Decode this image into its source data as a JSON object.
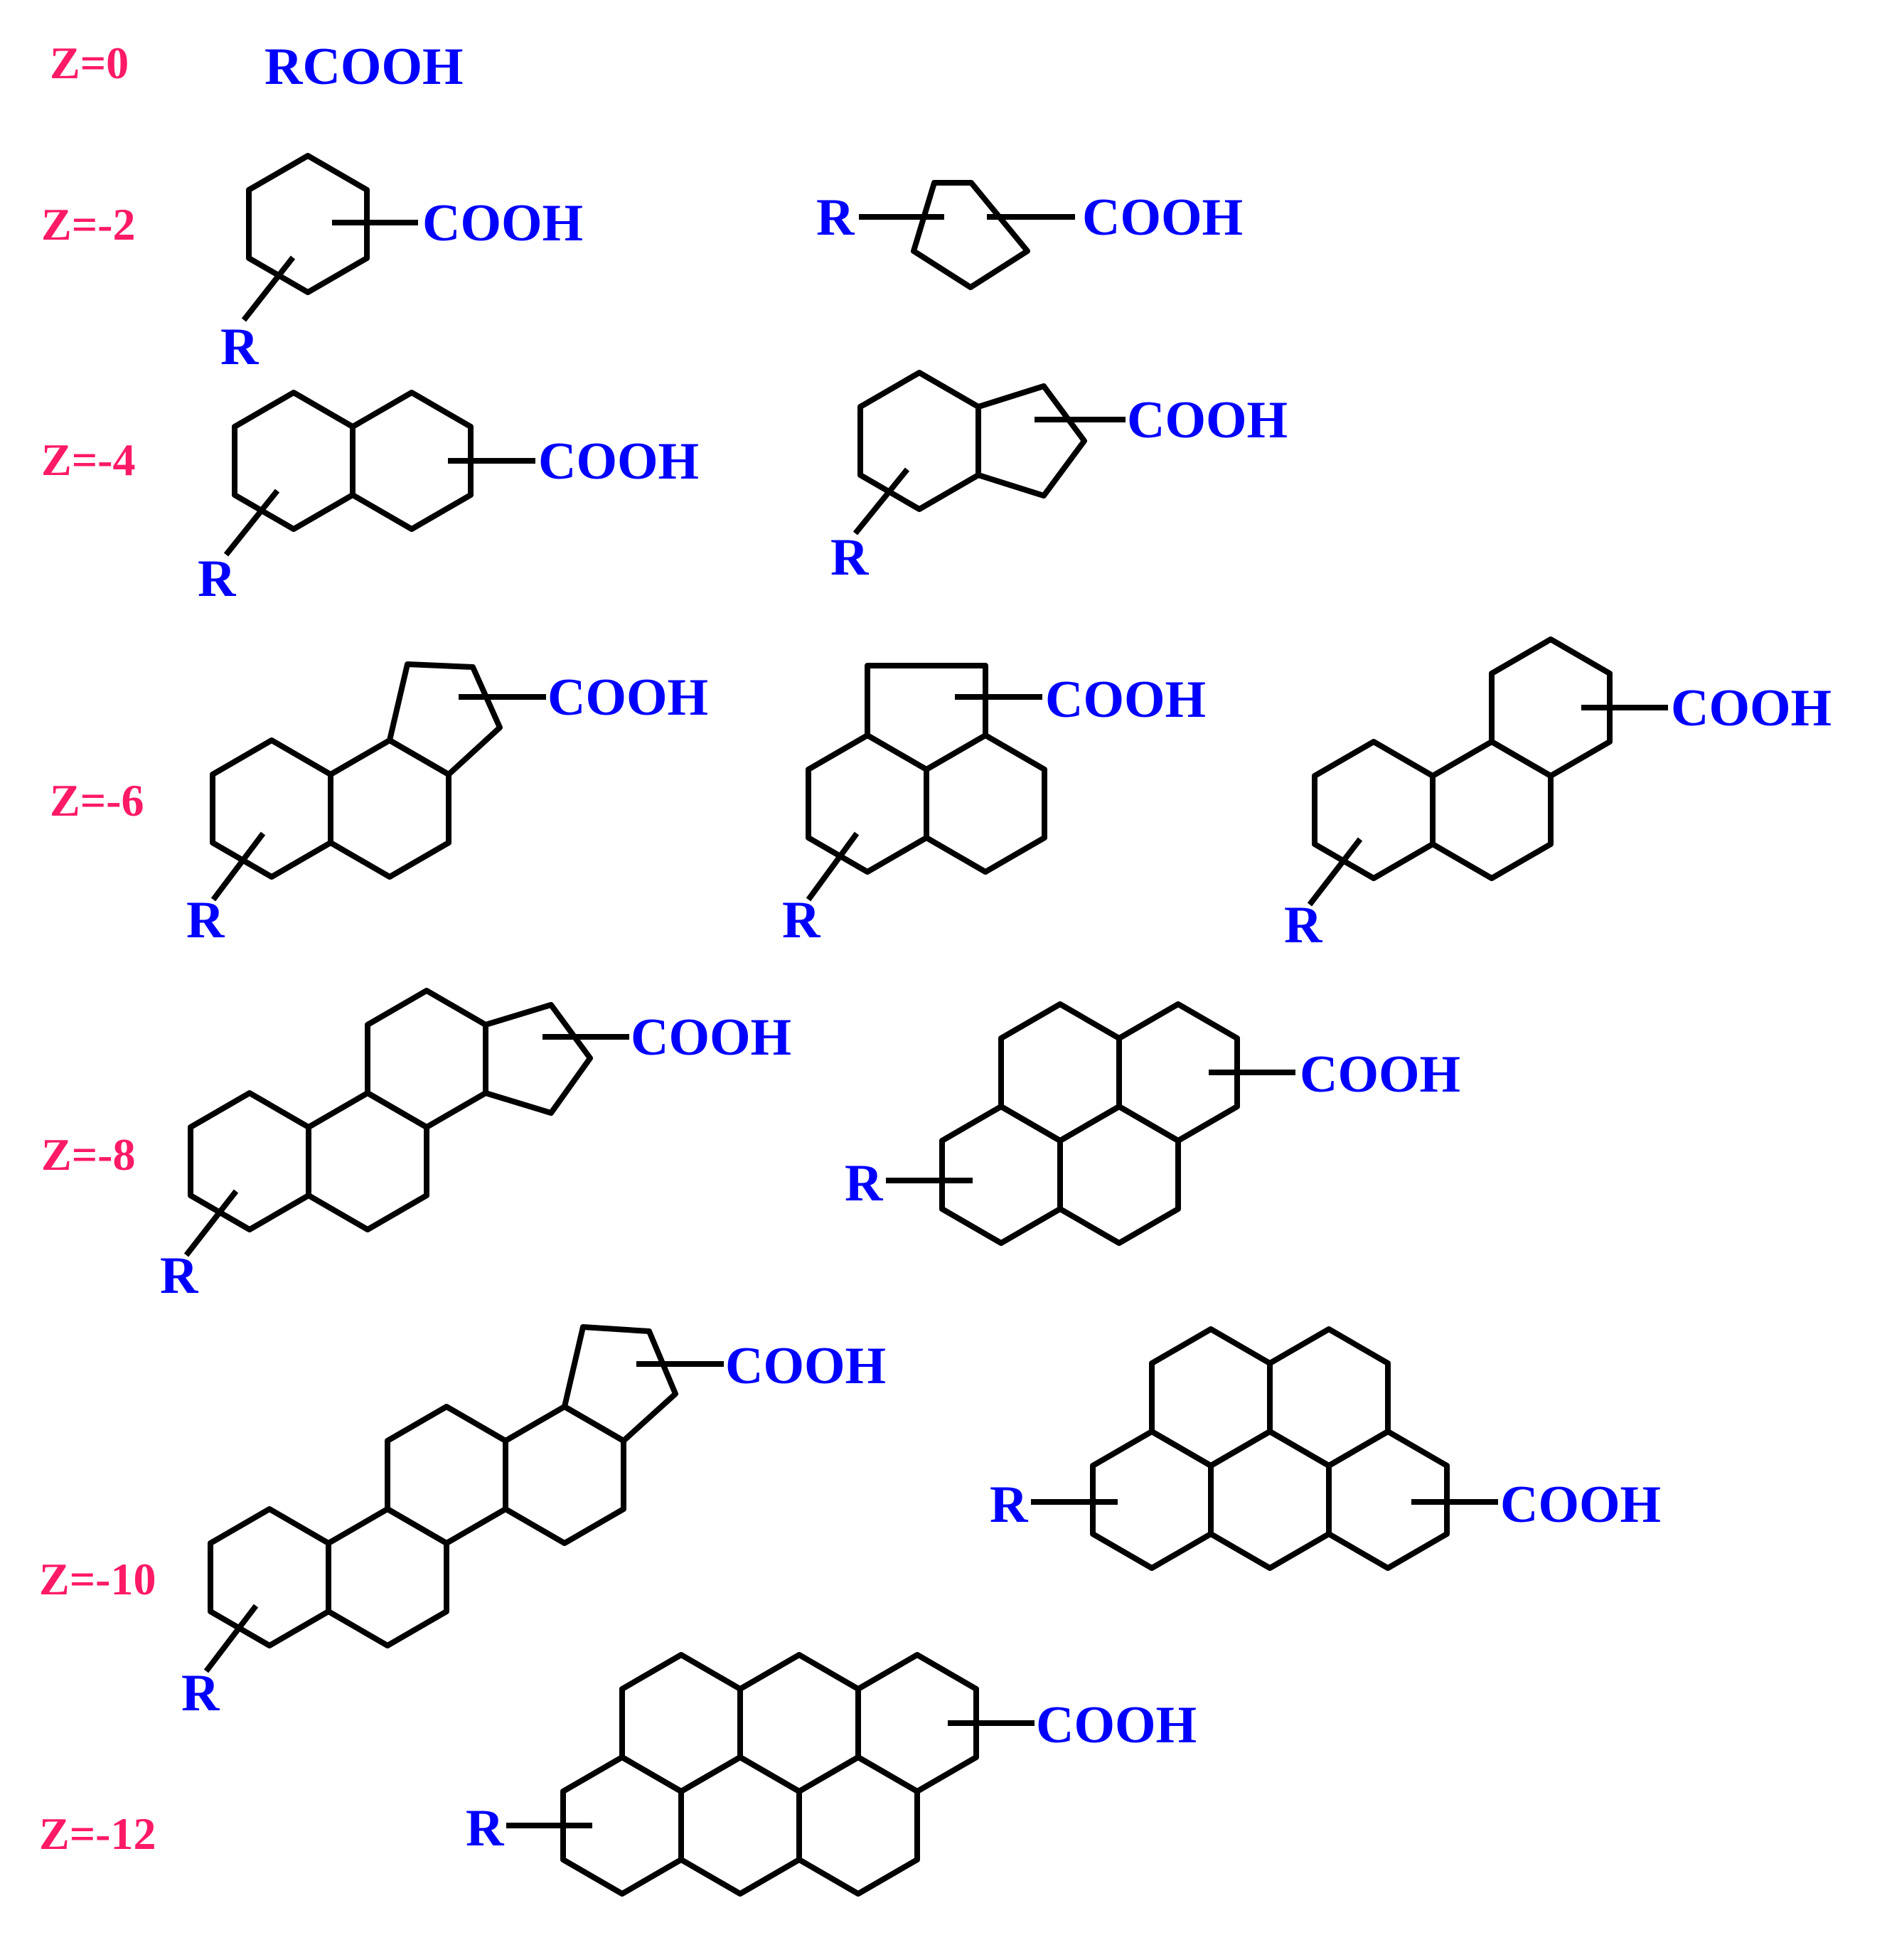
{
  "colors": {
    "z_label": "#ff1a66",
    "group": "#0000ff",
    "bond": "#000000"
  },
  "rows": [
    {
      "z_label": "Z=0",
      "formula": "RCOOH"
    },
    {
      "z_label": "Z=-2"
    },
    {
      "z_label": "Z=-4"
    },
    {
      "z_label": "Z=-6"
    },
    {
      "z_label": "Z=-8"
    },
    {
      "z_label": "Z=-10"
    },
    {
      "z_label": "Z=-12"
    }
  ],
  "groups": {
    "acid": "COOH",
    "substituent": "R"
  },
  "structures": [
    {
      "z": "Z=-2",
      "rings": "cyclohexane",
      "labels": [
        "COOH",
        "R"
      ]
    },
    {
      "z": "Z=-2",
      "rings": "cyclopentane",
      "labels": [
        "R",
        "COOH"
      ]
    },
    {
      "z": "Z=-4",
      "rings": "bicyclic 6-6",
      "labels": [
        "COOH",
        "R"
      ]
    },
    {
      "z": "Z=-4",
      "rings": "bicyclic 6-5",
      "labels": [
        "COOH",
        "R"
      ]
    },
    {
      "z": "Z=-6",
      "rings": "tricyclic 6-6-5",
      "labels": [
        "COOH",
        "R"
      ]
    },
    {
      "z": "Z=-6",
      "rings": "tricyclic 6-6-5 bridged",
      "labels": [
        "COOH",
        "R"
      ]
    },
    {
      "z": "Z=-6",
      "rings": "tricyclic 6-6-6",
      "labels": [
        "COOH",
        "R"
      ]
    },
    {
      "z": "Z=-8",
      "rings": "tetracyclic 6-6-6-5",
      "labels": [
        "COOH",
        "R"
      ]
    },
    {
      "z": "Z=-8",
      "rings": "tetracyclic 6-6-6-6 (pyrene-type)",
      "labels": [
        "R",
        "COOH"
      ]
    },
    {
      "z": "Z=-10",
      "rings": "pentacyclic 6-6-6-6-5",
      "labels": [
        "COOH",
        "R"
      ]
    },
    {
      "z": "Z=-10",
      "rings": "pentacyclic 6x5 cluster",
      "labels": [
        "R",
        "COOH"
      ]
    },
    {
      "z": "Z=-12",
      "rings": "hexacyclic 6x6 cluster",
      "labels": [
        "R",
        "COOH"
      ]
    }
  ]
}
